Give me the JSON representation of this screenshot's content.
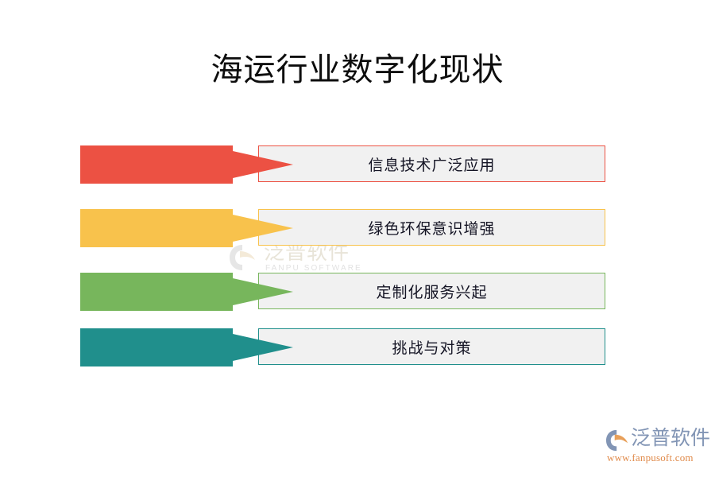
{
  "slide": {
    "title": "海运行业数字化现状",
    "background_color": "#ffffff",
    "title_color": "#0d0d0d"
  },
  "rows": [
    {
      "label": "信息技术广泛应用",
      "color": "#ec5143",
      "box_fill": "#f1f1f1",
      "box_border": "#ec5143",
      "arrow_icon": "right-arrow-icon"
    },
    {
      "label": "绿色环保意识增强",
      "color": "#f8c24c",
      "box_fill": "#f1f1f1",
      "box_border": "#f8c24c",
      "arrow_icon": "right-arrow-icon"
    },
    {
      "label": "定制化服务兴起",
      "color": "#77b65c",
      "box_fill": "#f1f1f1",
      "box_border": "#77b65c",
      "arrow_icon": "right-arrow-icon"
    },
    {
      "label": "挑战与对策",
      "color": "#208f8c",
      "box_fill": "#f1f1f1",
      "box_border": "#208f8c",
      "arrow_icon": "right-arrow-icon"
    }
  ],
  "watermark": {
    "cn": "泛普软件",
    "en": "FANPU SOFTWARE",
    "mark_icon": "fanpu-logo-mark-icon",
    "cn_color": "#e8e4d8",
    "en_color": "#e2e2e2"
  },
  "brand": {
    "cn": "泛普软件",
    "url": "www.fanpusoft.com",
    "mark_icon": "fanpu-logo-mark-icon",
    "cn_color": "#8295b5",
    "url_color": "#e08a4a"
  }
}
